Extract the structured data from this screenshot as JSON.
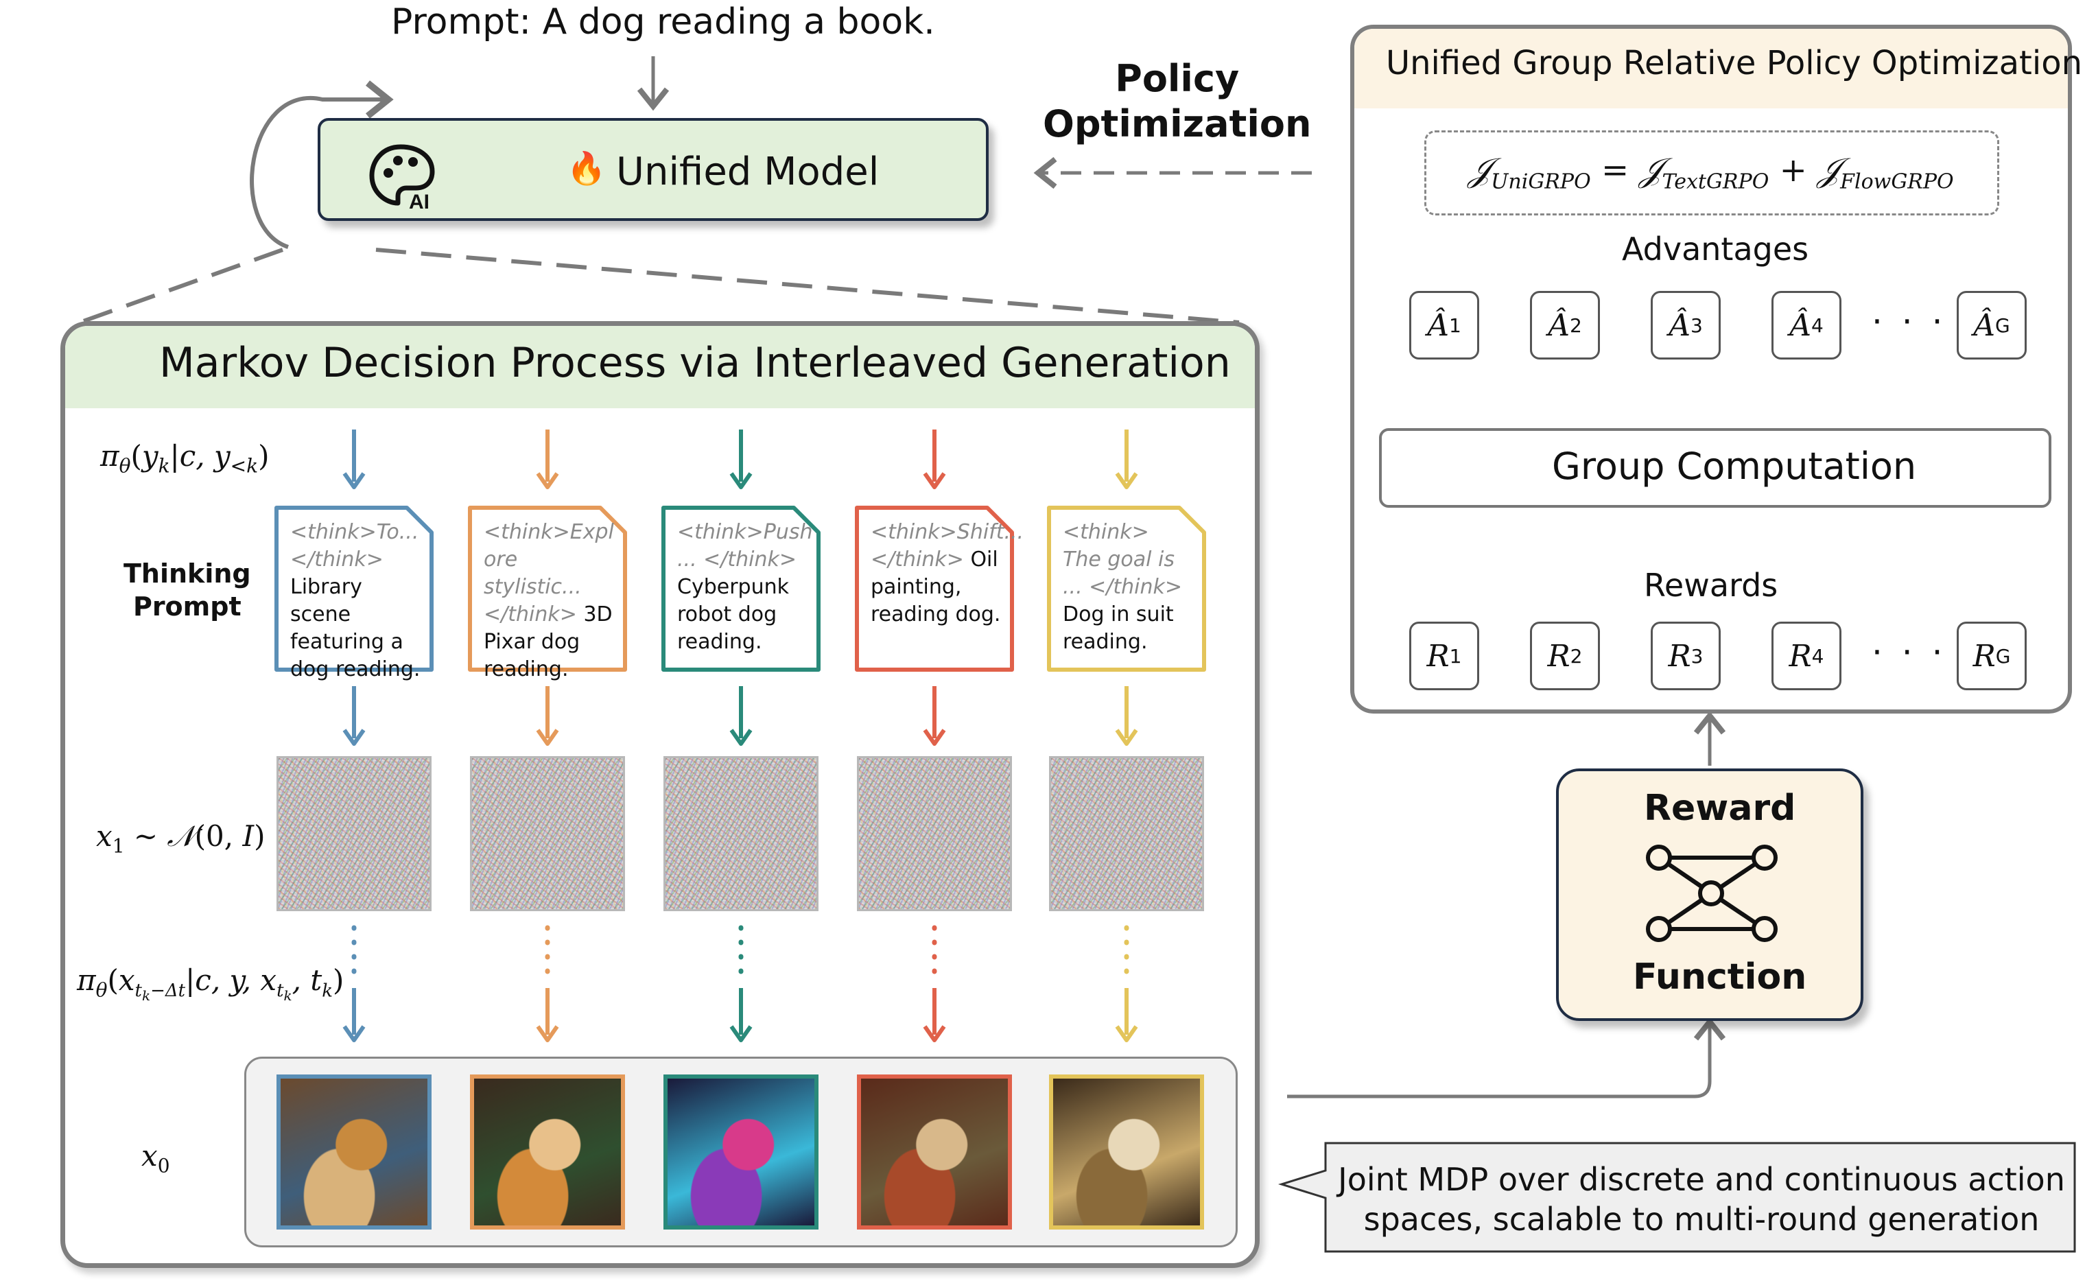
{
  "top_prompt": "Prompt: A dog reading a book.",
  "unified_model": {
    "label": "Unified Model",
    "fire_icon": "🔥",
    "logo_icon": "palette-ai-icon"
  },
  "policy_optimization": {
    "line1": "Policy",
    "line2": "Optimization"
  },
  "mdp": {
    "title": "Markov Decision Process via Interleaved Generation",
    "labels": {
      "policy_text": "π",
      "thinking_line1": "Thinking",
      "thinking_line2": "Prompt",
      "x1": "x",
      "x0": "x"
    },
    "columns": [
      {
        "color": "#5b8fb6",
        "think": "<think>To... </think>",
        "text": "Library scene featuring a dog reading.",
        "image_palette": [
          "#6b4a2e",
          "#d9b27a",
          "#3f5e7a",
          "#c88a3e"
        ]
      },
      {
        "color": "#e59a5a",
        "think": "<think>Expl ore stylistic... </think>",
        "text": "3D Pixar dog reading.",
        "image_palette": [
          "#3a2a1e",
          "#d38a3a",
          "#2f4f2f",
          "#e8c08a"
        ]
      },
      {
        "color": "#2a8a7a",
        "think": "<think>Push ... </think>",
        "text": "Cyberpunk robot dog reading.",
        "image_palette": [
          "#1a1a3a",
          "#8a3ab8",
          "#3ab8d8",
          "#d83a8a"
        ]
      },
      {
        "color": "#e0614a",
        "think": "<think>Shift... </think>",
        "text": "Oil painting, reading dog.",
        "image_palette": [
          "#5a2a1a",
          "#a84a2a",
          "#6a5a3a",
          "#d8b88a"
        ]
      },
      {
        "color": "#e3c45a",
        "think": "<think> The goal is ... </think>",
        "text": "Dog in suit reading.",
        "image_palette": [
          "#3a2a1a",
          "#8a6a3a",
          "#c8a86a",
          "#e8d8b8"
        ]
      }
    ]
  },
  "ugrpo": {
    "title": "Unified Group Relative Policy Optimization",
    "objective": {
      "lhs_sub": "UniGRPO",
      "t1_sub": "TextGRPO",
      "t2_sub": "FlowGRPO"
    },
    "advantages_title": "Advantages",
    "advantages": [
      {
        "sym": "Â",
        "sup": "1"
      },
      {
        "sym": "Â",
        "sup": "2"
      },
      {
        "sym": "Â",
        "sup": "3"
      },
      {
        "sym": "Â",
        "sup": "4"
      },
      {
        "sym": "Â",
        "sup": "G"
      }
    ],
    "group_computation": "Group Computation",
    "rewards_title": "Rewards",
    "rewards": [
      {
        "sym": "R",
        "sup": "1"
      },
      {
        "sym": "R",
        "sup": "2"
      },
      {
        "sym": "R",
        "sup": "3"
      },
      {
        "sym": "R",
        "sup": "4"
      },
      {
        "sym": "R",
        "sup": "G"
      }
    ],
    "ellipsis": "· · ·"
  },
  "reward_function": {
    "line1": "Reward",
    "line2": "Function",
    "icon": "neural-network-icon"
  },
  "callout": {
    "line1": "Joint MDP over discrete and continuous action",
    "line2": "spaces, scalable to multi-round generation"
  }
}
